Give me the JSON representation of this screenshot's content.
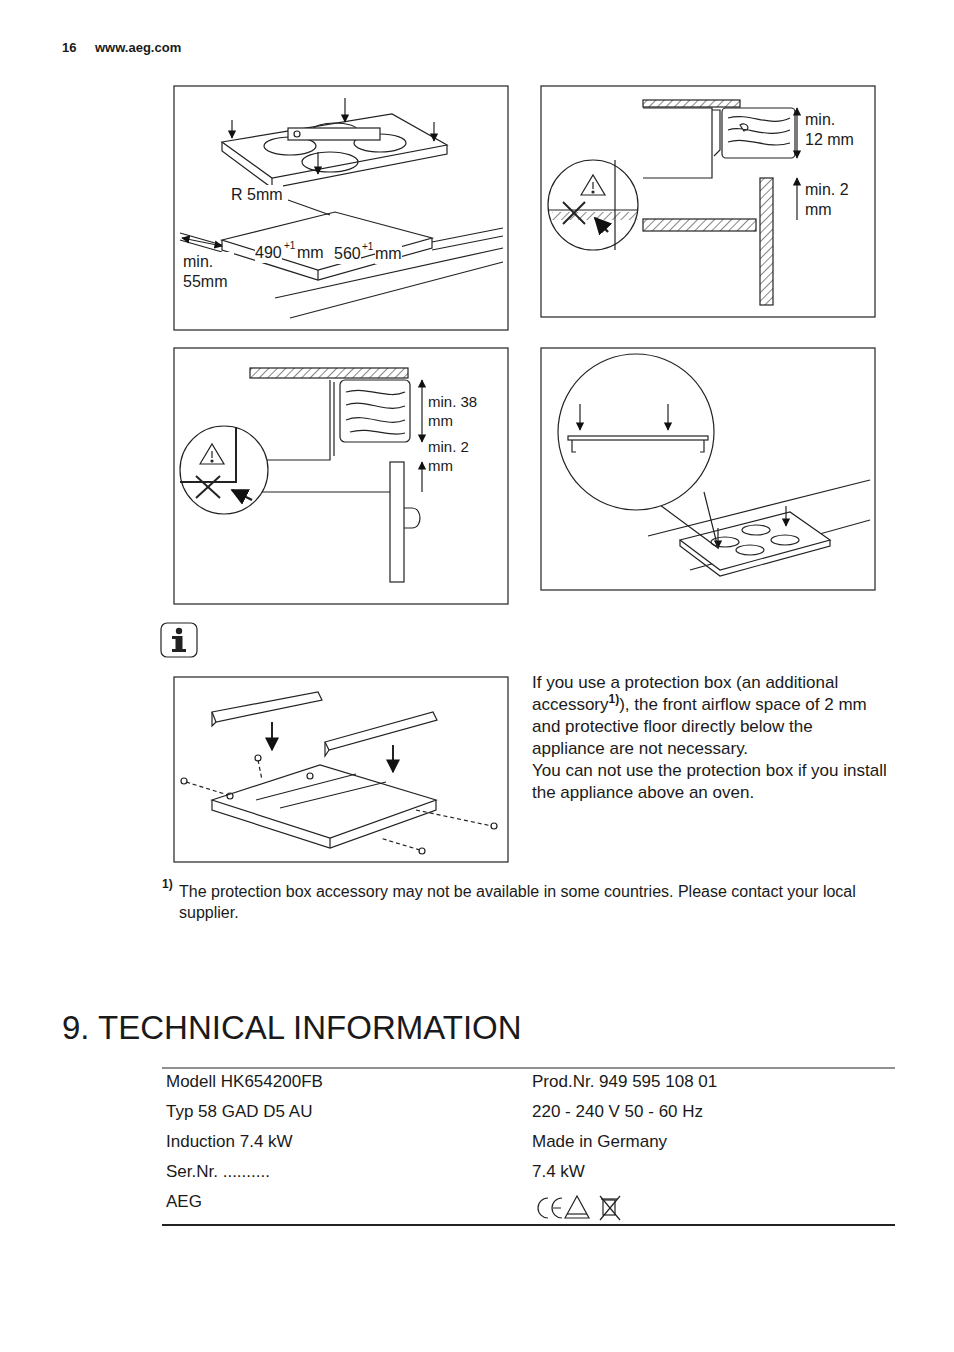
{
  "diagram": {
    "title": "9. TECHNICAL INFORMATION",
    "labels": [
      "16",
      "www.aeg.com",
      "R 5mm",
      "490",
      "+1",
      "mm",
      "560",
      "+1",
      "mm",
      "min. 55mm",
      "min. 12 mm",
      "min. 2 mm",
      "min. 38 mm",
      "min. 2 mm",
      "If you use a protection box (an additional accessory",
      "1)",
      "), the front airflow space of 2 mm and protective floor directly below the appliance are not necessary.",
      "You can not use the protection box if you install the appliance above an oven.",
      "1)",
      "The protection box accessory may not be available in some countries. Please contact your local supplier.",
      "Modell HK654200FB",
      "Prod.Nr. 949 595 108 01",
      "Typ 58 GAD D5 AU",
      "220 - 240 V 50 - 60 Hz",
      "Induction 7.4 kW",
      "Made in Germany",
      "Ser.Nr. ..........",
      "7.4 kW",
      "AEG"
    ]
  }
}
